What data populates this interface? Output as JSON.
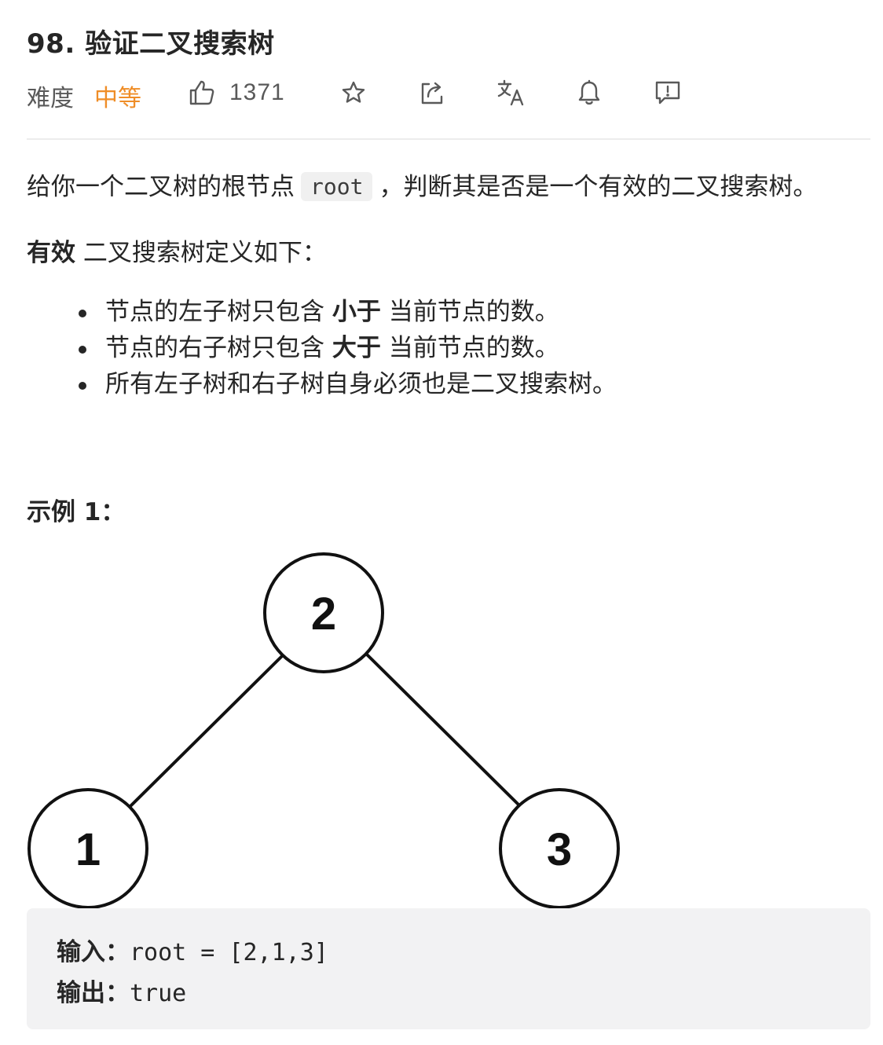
{
  "problem": {
    "title": "98. 验证二叉搜索树",
    "difficulty_label": "难度",
    "difficulty": "中等",
    "likes": "1371",
    "colors": {
      "difficulty": "#ef8d27",
      "text": "#262626",
      "muted": "#595959"
    }
  },
  "toolbar": {
    "icons": [
      "thumb-up-icon",
      "star-icon",
      "share-icon",
      "translate-icon",
      "bell-icon",
      "feedback-icon"
    ]
  },
  "description": {
    "intro_before": "给你一个二叉树的根节点",
    "intro_code": "root",
    "intro_after": "，判断其是否是一个有效的二叉搜索树。",
    "def_bold": "有效",
    "def_rest": " 二叉搜索树定义如下：",
    "rules": [
      {
        "before": "节点的左子树只包含 ",
        "bold": "小于",
        "after": " 当前节点的数。"
      },
      {
        "before": "节点的右子树只包含 ",
        "bold": "大于",
        "after": " 当前节点的数。"
      },
      {
        "before": "所有左子树和右子树自身必须也是二叉搜索树。",
        "bold": "",
        "after": ""
      }
    ]
  },
  "example": {
    "title": "示例 1：",
    "tree": {
      "root": "2",
      "left": "1",
      "right": "3"
    },
    "input_label": "输入：",
    "input_value": "root = [2,1,3]",
    "output_label": "输出：",
    "output_value": "true"
  }
}
